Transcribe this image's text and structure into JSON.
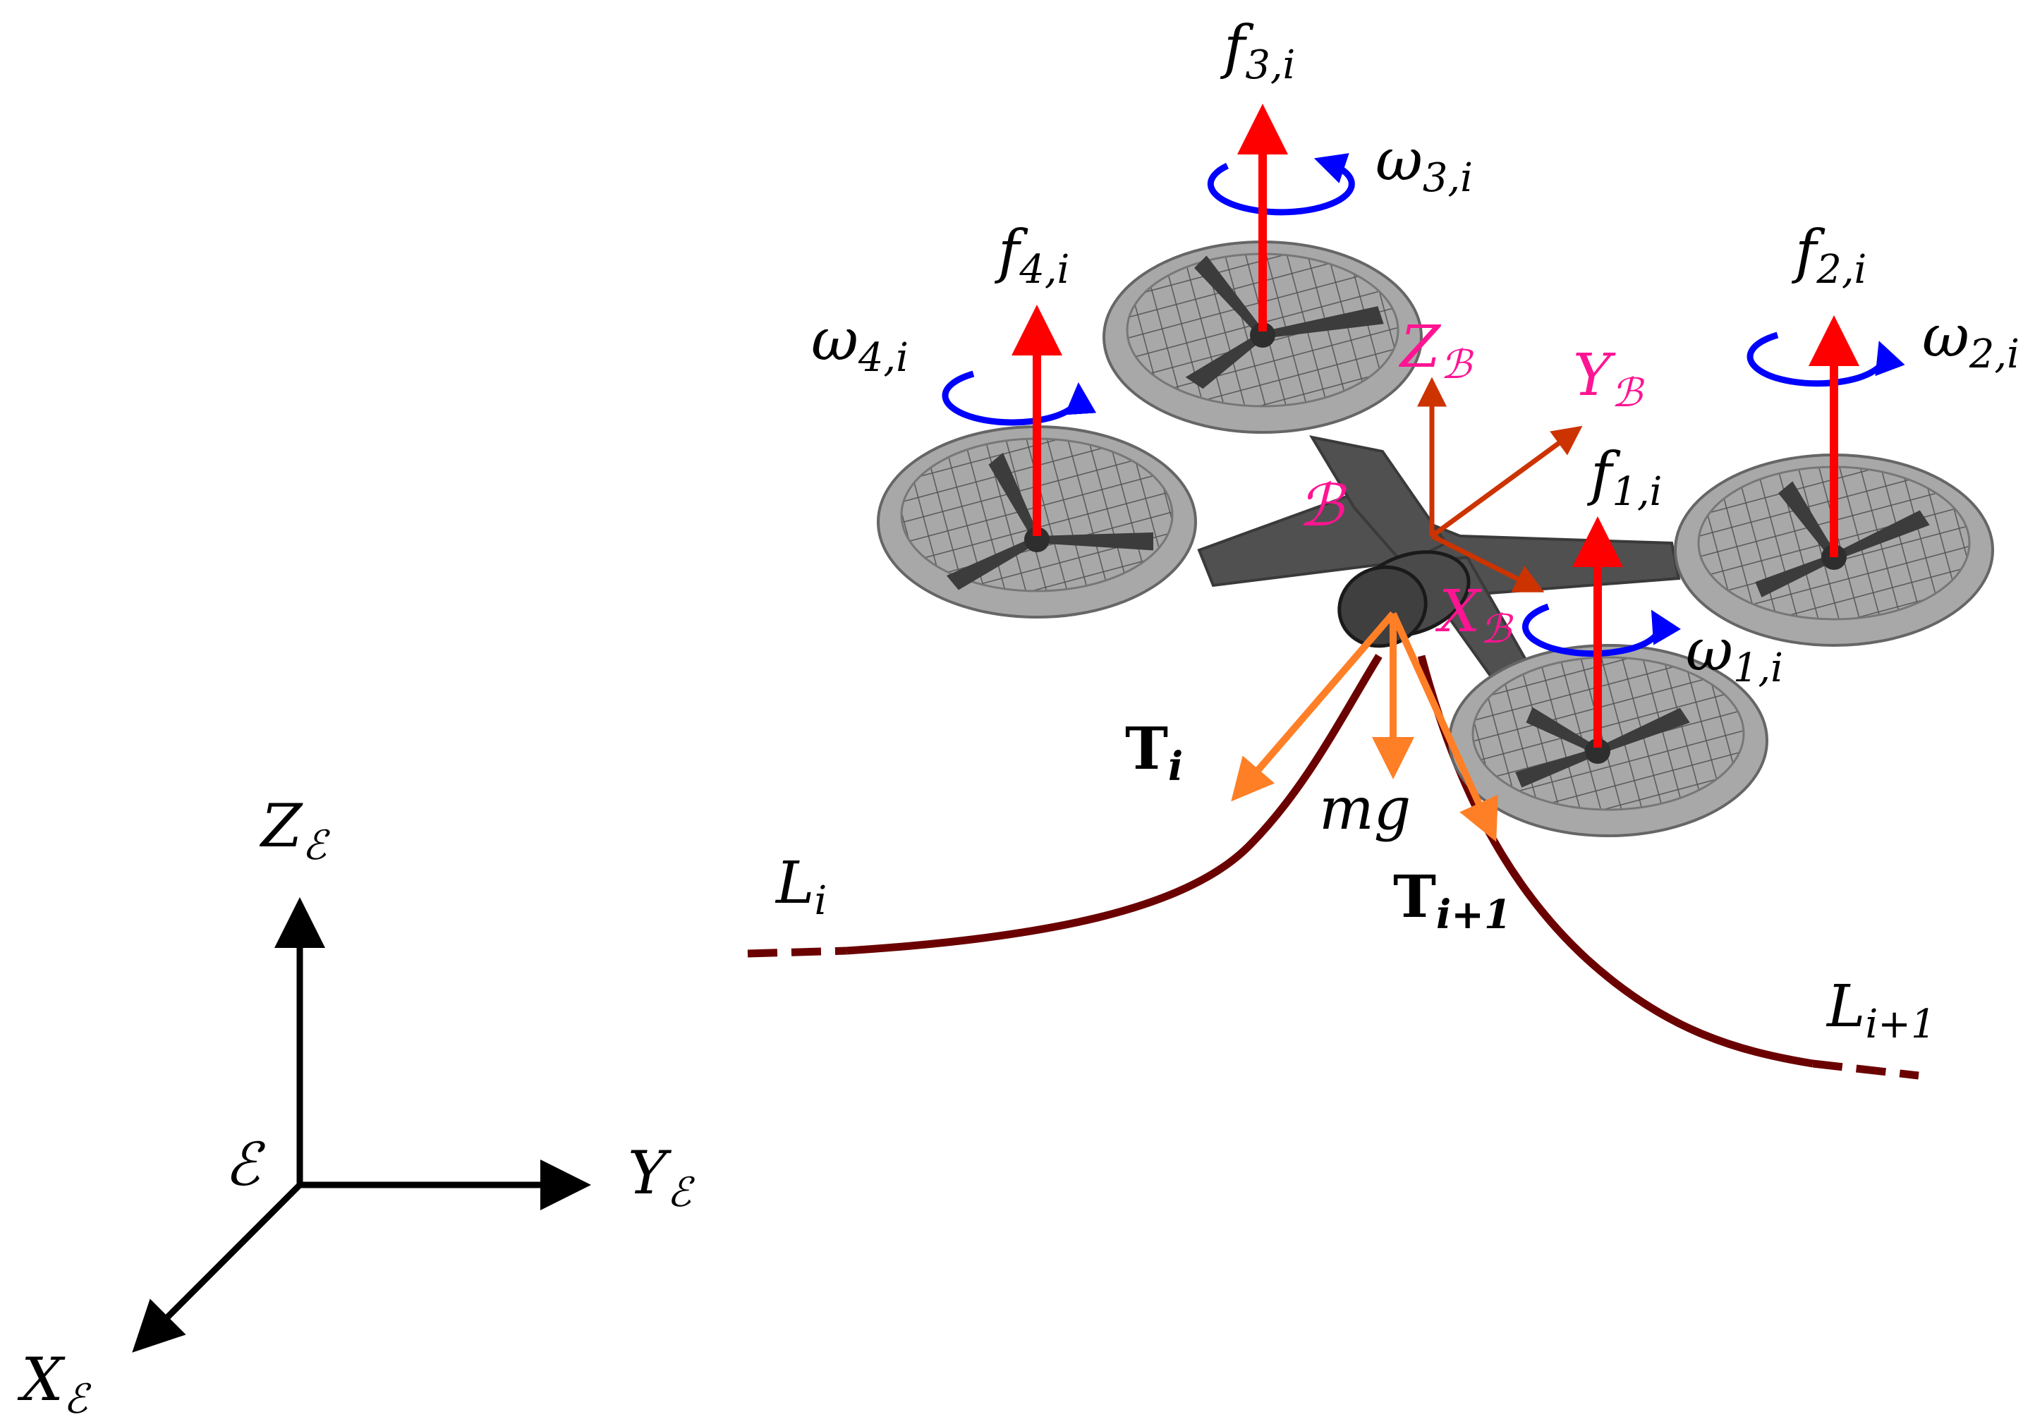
{
  "world_frame": {
    "origin": "ℰ",
    "x_axis": "X",
    "y_axis": "Y",
    "z_axis": "Z",
    "frame_sub": "ℰ"
  },
  "body_frame": {
    "origin": "ℬ",
    "x_axis": "X",
    "y_axis": "Y",
    "z_axis": "Z",
    "frame_sub": "ℬ"
  },
  "forces": {
    "f1": {
      "sym": "f",
      "sub": "1,i"
    },
    "f2": {
      "sym": "f",
      "sub": "2,i"
    },
    "f3": {
      "sym": "f",
      "sub": "3,i"
    },
    "f4": {
      "sym": "f",
      "sub": "4,i"
    }
  },
  "spins": {
    "w1": {
      "sym": "ω",
      "sub": "1,i"
    },
    "w2": {
      "sym": "ω",
      "sub": "2,i"
    },
    "w3": {
      "sym": "ω",
      "sub": "3,i"
    },
    "w4": {
      "sym": "ω",
      "sub": "4,i"
    }
  },
  "tensions": {
    "t_i": {
      "sym": "T",
      "sub": "i"
    },
    "t_next": {
      "sym": "T",
      "sub": "i+1"
    }
  },
  "gravity": "mg",
  "cables": {
    "l_i": {
      "sym": "L",
      "sub": "i"
    },
    "l_next": {
      "sym": "L",
      "sub": "i+1"
    }
  },
  "colors": {
    "thrust": "#ff0000",
    "spin": "#0000ff",
    "body_axes": "#cc3300",
    "body_label": "#ff1493",
    "tension": "#ff7f27",
    "cable": "#6b0000",
    "frame": "#000000",
    "drone_dark": "#505050",
    "duct": "#a8a8a8"
  }
}
